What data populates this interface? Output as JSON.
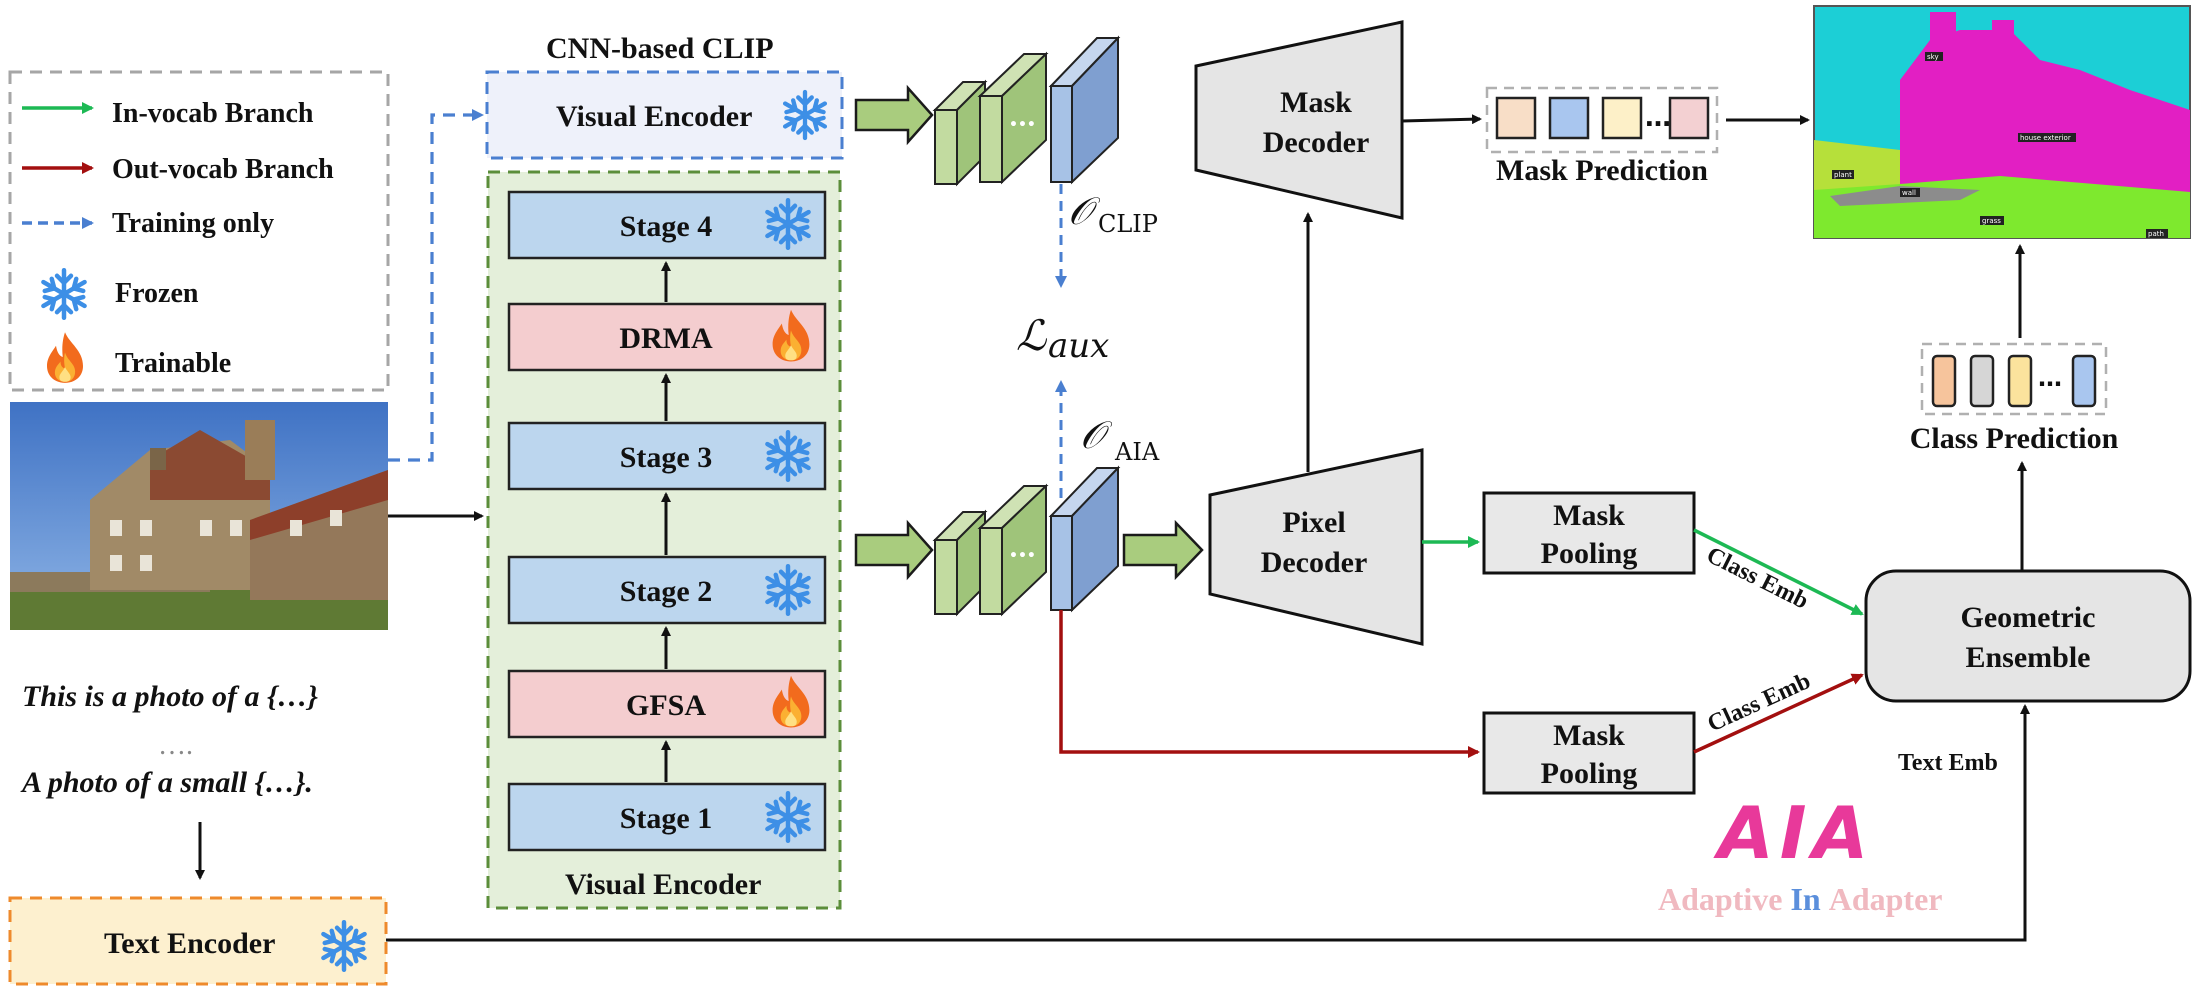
{
  "legend": {
    "in_vocab": "In-vocab Branch",
    "out_vocab": "Out-vocab Branch",
    "training_only": "Training only",
    "frozen": "Frozen",
    "trainable": "Trainable"
  },
  "clip": {
    "title": "CNN-based CLIP",
    "encoder_label": "Visual Encoder"
  },
  "aia_encoder": {
    "label": "Visual Encoder",
    "stages": [
      "Stage 4",
      "DRMA",
      "Stage 3",
      "Stage 2",
      "GFSA",
      "Stage 1"
    ]
  },
  "prompts": {
    "line1": "This is a photo of a {…}",
    "dots": "….",
    "line2": "A photo of a small {…}."
  },
  "text_encoder": "Text Encoder",
  "features": {
    "ellipsis": "•••",
    "o_clip": "𝒪",
    "o_clip_sub": "CLIP",
    "o_aia": "𝒪",
    "o_aia_sub": "AIA",
    "loss": "ℒ",
    "loss_sub": "aux"
  },
  "mask_decoder": [
    "Mask",
    "Decoder"
  ],
  "pixel_decoder": [
    "Pixel",
    "Decoder"
  ],
  "mask_pooling": [
    "Mask",
    "Pooling"
  ],
  "mask_prediction": "Mask Prediction",
  "class_prediction": "Class Prediction",
  "geometric_ensemble": [
    "Geometric",
    "Ensemble"
  ],
  "class_emb": "Class Emb",
  "text_emb": "Text Emb",
  "logo": {
    "letters": "AIA",
    "w1": "Adaptive",
    "w2": "In",
    "w3": "Adapter"
  },
  "seg_labels": [
    "sky",
    "house exterior",
    "plant",
    "wall",
    "grass",
    "path"
  ],
  "colors": {
    "in_vocab": "#1db954",
    "out_vocab": "#a30f0f",
    "training": "#4a7fd0",
    "frozen": "#3d8fe6",
    "fire": "#f26b1d"
  }
}
